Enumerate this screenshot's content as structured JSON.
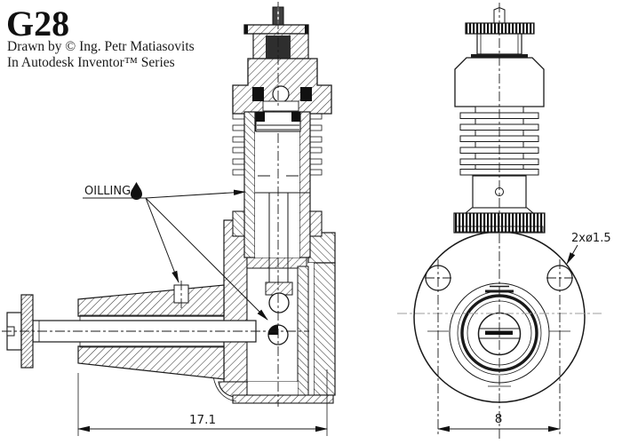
{
  "header": {
    "title": "G28",
    "credit_line1": "Drawn by © Ing. Petr Matiasovits",
    "credit_line2": "In Autodesk Inventor™ Series"
  },
  "annotations": {
    "oiling_label": "OILLING",
    "oil_icon": "oil-drop-icon",
    "holes_label": "2xø1.5"
  },
  "dimensions": {
    "overall_length": "17.1",
    "hole_spacing": "8"
  },
  "colors": {
    "ink": "#1a1a1a",
    "paper": "#ffffff",
    "centerline_gray": "#9c9c9c"
  }
}
